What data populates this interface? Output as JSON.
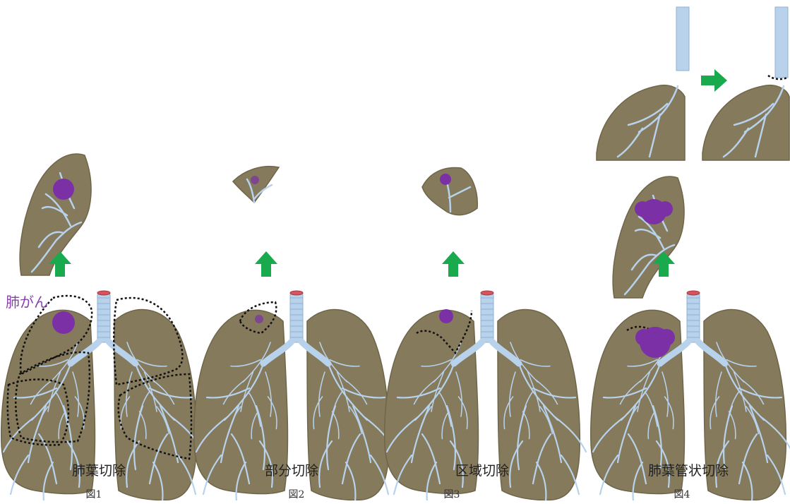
{
  "tumor_label": "肺がん",
  "figures": [
    {
      "caption": "肺葉切除",
      "label": "図1"
    },
    {
      "caption": "部分切除",
      "label": "図2"
    },
    {
      "caption": "区域切除",
      "label": "図3"
    },
    {
      "caption": "肺葉管状切除",
      "label": "図4"
    }
  ],
  "colors": {
    "lung_fill": "#857a5c",
    "lung_stroke": "#6f6549",
    "airway": "#b8d2ec",
    "airway_dark": "#8fb0d3",
    "tumor": "#7c30a6",
    "arrow": "#19aa4e",
    "trachea_top": "#d9535f"
  }
}
